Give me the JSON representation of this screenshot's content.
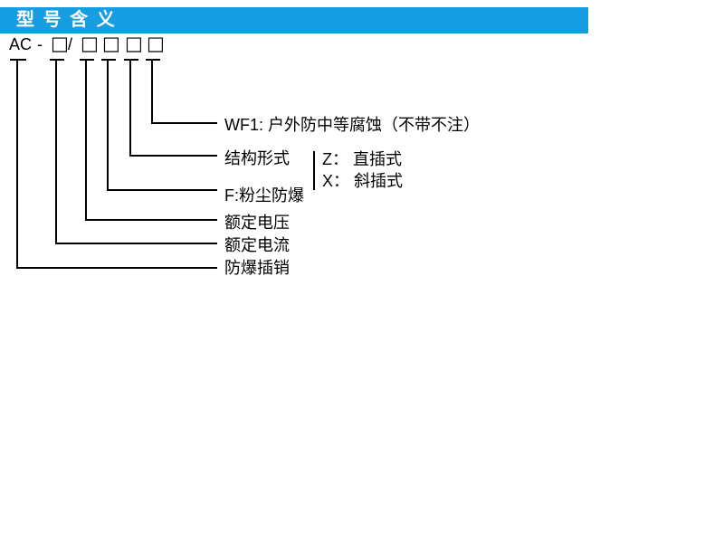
{
  "header": {
    "title": "型 号 含 义"
  },
  "colors": {
    "banner": "#169de2",
    "banner_text": "#ffffff",
    "text": "#000000",
    "line": "#000000"
  },
  "model_code": {
    "segments": [
      "AC",
      "-",
      "□",
      "/",
      "□",
      "□",
      "□",
      "□"
    ]
  },
  "designations": {
    "outdoor_protection": "WF1: 户外防中等腐蚀（不带不注）",
    "structure_type": "结构形式",
    "dust_explosion_proof": "F:粉尘防爆",
    "rated_voltage": "额定电压",
    "rated_current": "额定电流",
    "explosion_proof_plug": "防爆插销"
  },
  "structure_options": [
    "Z： 直插式",
    "X： 斜插式"
  ]
}
